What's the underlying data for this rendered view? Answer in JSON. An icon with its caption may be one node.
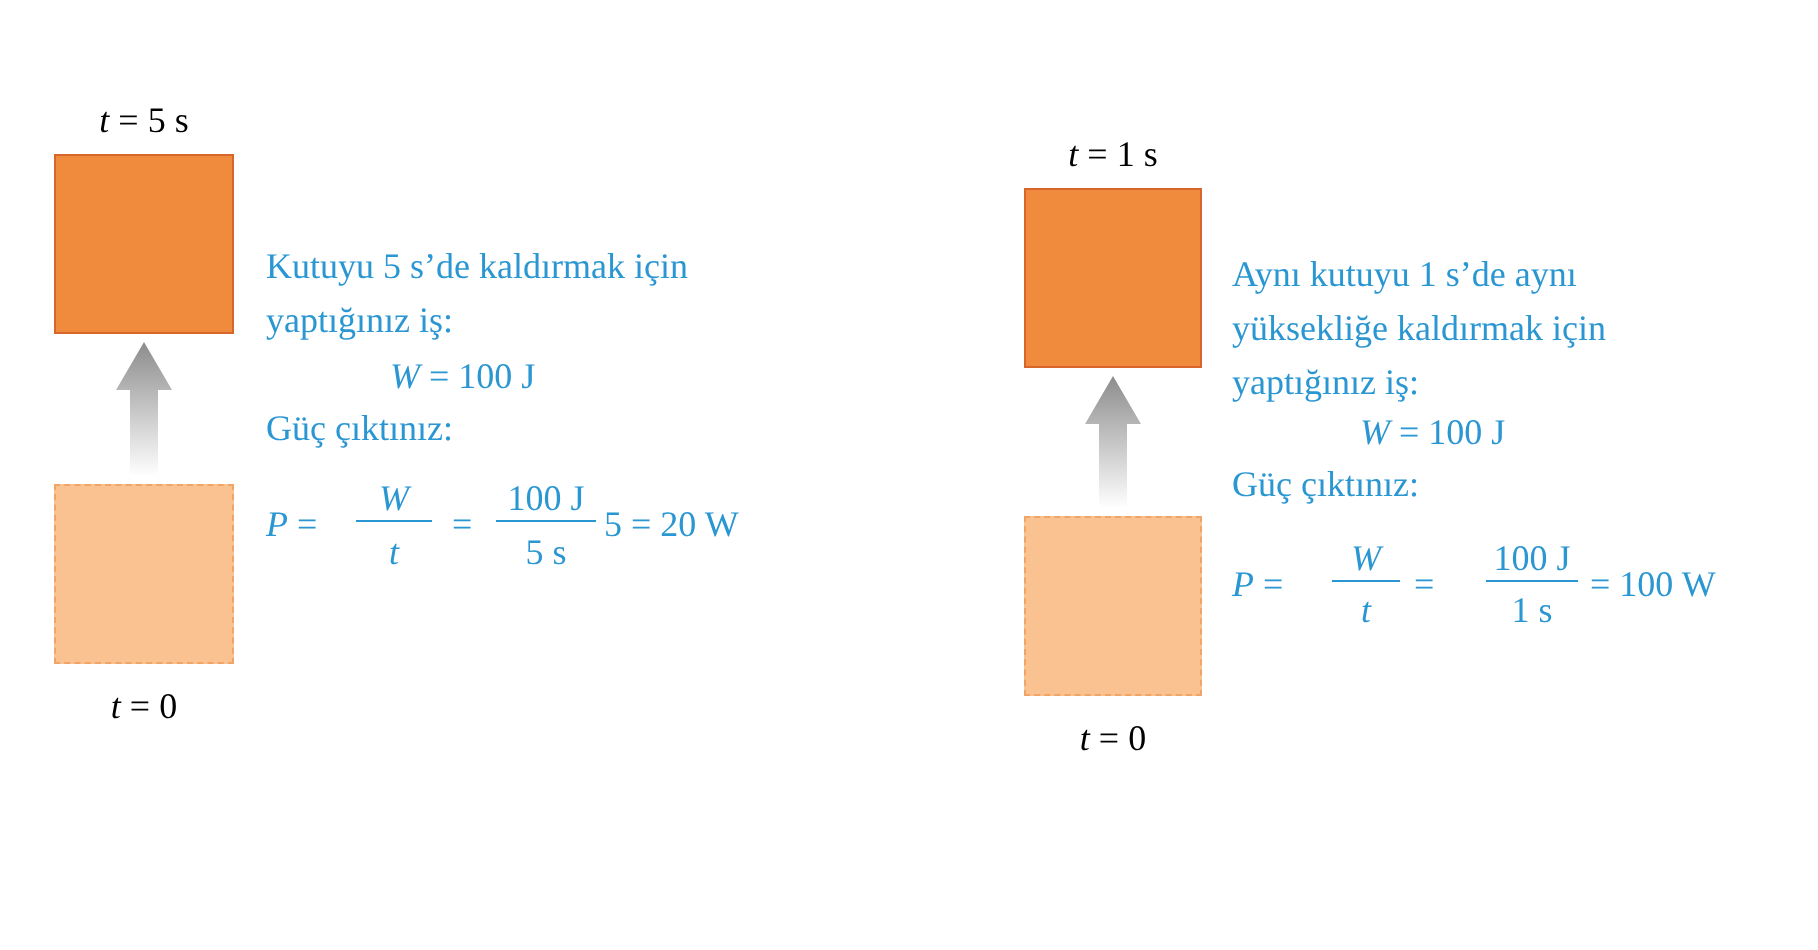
{
  "diagram": {
    "nodes": [
      {
        "text": [],
        "shape": "box",
        "beside": [
          "*t* = 5 s"
        ]
      },
      {
        "text": [],
        "shape": "box",
        "beside": [
          "*t* = 0"
        ]
      },
      {
        "text": [],
        "shape": "box",
        "beside": [
          "*t* = 1 s"
        ]
      },
      {
        "text": [],
        "shape": "box",
        "beside": [
          "*t* = 0"
        ]
      }
    ],
    "edges": [
      {
        "from": 1,
        "to": 0,
        "arrow": "to"
      },
      {
        "from": 3,
        "to": 2,
        "arrow": "to"
      }
    ],
    "labels": [
      "Kutuyu 5 s’de kaldırmak için yaptığınız iş:",
      "*W* = 100 J",
      "Güç çıktınız:",
      "*P* =",
      "W",
      "t",
      "=",
      "100 J",
      "5 s",
      "5 = 20 W",
      "Aynı kutuyu 1 s’de aynı yüksekliğe kaldırmak için yaptığınız iş:",
      "*W* = 100 J",
      "Güç çıktınız:",
      "*P* =",
      "W",
      "t",
      "=",
      "100 J",
      "1 s",
      "= 100 W"
    ]
  }
}
